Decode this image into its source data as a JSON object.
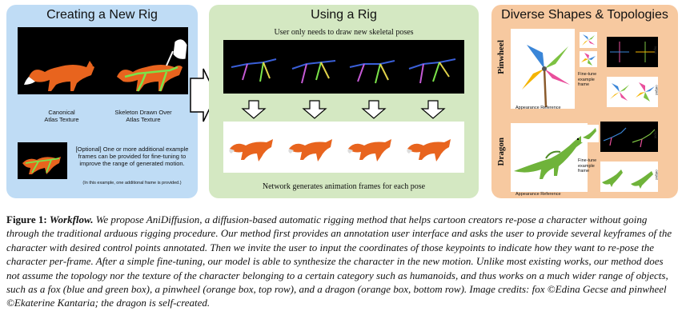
{
  "panels": {
    "rig": {
      "title": "Creating a New Rig",
      "label_left": "Canonical\nAtlas Texture",
      "label_right": "Skeleton Drawn Over\nAtlas Texture",
      "optional_text": "[Optional] One or more additional example frames can be provided for fine-tuning to improve the range of generated motion.",
      "optional_note": "(In this example, one additional frame is provided.)"
    },
    "using": {
      "title": "Using a Rig",
      "top_text": "User only needs to draw new skeletal poses",
      "bottom_text": "Network generates animation frames for each pose"
    },
    "diverse": {
      "title": "Diverse Shapes & Topologies",
      "row1_label": "Pinwheel",
      "row2_label": "Dragon",
      "appearance_ref": "Appearance Reference",
      "fine_tune_note": "Fine-tune example frame",
      "input_label": "input",
      "output_label": "output"
    }
  },
  "caption": {
    "figure_label": "Figure 1:",
    "lead": "Workflow.",
    "body": "We propose AniDiffusion, a diffusion-based automatic rigging method that helps cartoon creators re-pose a character without going through the traditional arduous rigging procedure. Our method first provides an annotation user interface and asks the user to provide several keyframes of the character with desired control points annotated. Then we invite the user to input the coordinates of those keypoints to indicate how they want to re-pose the character per-frame. After a simple fine-tuning, our model is able to synthesize the character in the new motion. Unlike most existing works, our method does not assume the topology nor the texture of the character belonging to a certain category such as humanoids, and thus works on a much wider range of objects, such as a fox (blue and green box), a pinwheel (orange box, top row), and a dragon (orange box, bottom row). Image credits: fox ©Edina Gecse and pinwheel ©Ekaterine Kantaria; the dragon is self-created."
  },
  "colors": {
    "blue_panel": "#bfdcf5",
    "green_panel": "#d4e8c2",
    "orange_panel": "#f7c9a0",
    "fox": "#e8641e",
    "skeleton_green": "#7be34a"
  }
}
